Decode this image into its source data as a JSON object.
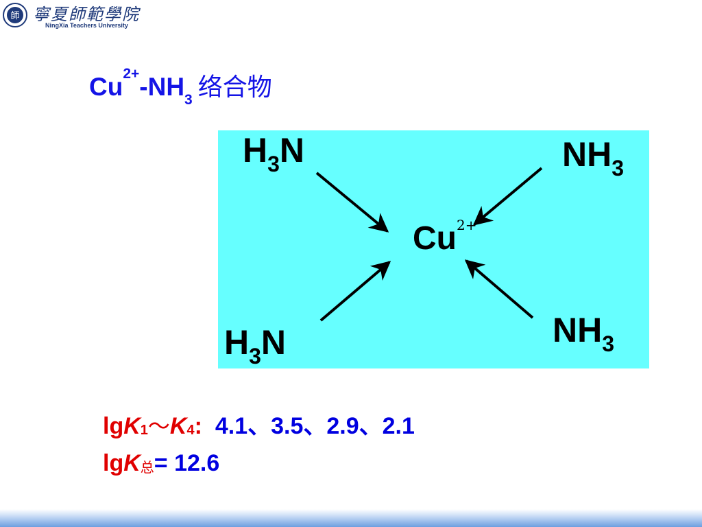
{
  "header": {
    "school_name_cn": "寧夏師範學院",
    "school_name_en": "NingXia Teachers University",
    "seal_text": "師"
  },
  "title": {
    "main": "Cu",
    "sup": "2+",
    "dash": "-NH",
    "sub": "3",
    "cn": "络合物"
  },
  "diagram": {
    "ligands": [
      {
        "id": "top-left",
        "base": "H",
        "sub": "3",
        "tail": "N"
      },
      {
        "id": "top-right",
        "base": "NH",
        "sub": "3",
        "tail": ""
      },
      {
        "id": "bottom-left",
        "base": "H",
        "sub": "3",
        "tail": "N"
      },
      {
        "id": "bottom-right",
        "base": "NH",
        "sub": "3",
        "tail": ""
      }
    ],
    "metal": {
      "symbol": "Cu",
      "charge": "2+"
    },
    "panel_color": "#66ffff"
  },
  "constants": {
    "line1": {
      "lg": "lg",
      "k1": "K",
      "k1_sub": "1",
      "tilde": "～",
      "k4": "K",
      "k4_sub": "4",
      "colon": ":",
      "values": "4.1、3.5、2.9、2.1"
    },
    "line2": {
      "lg": "lg",
      "k": "K",
      "k_sub": "总",
      "equals": "= 12.6"
    }
  },
  "colors": {
    "title": "#1414e6",
    "values": "#0000e0",
    "labels": "#e00000",
    "footer": "#6d9ee0"
  }
}
